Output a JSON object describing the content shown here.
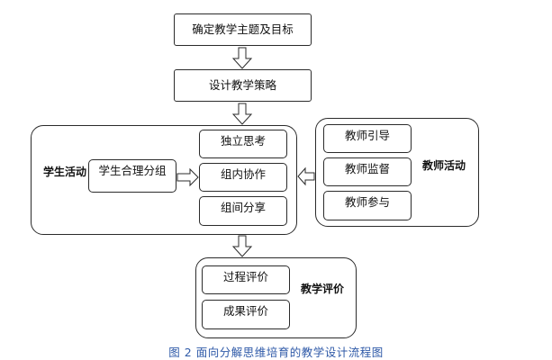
{
  "nodes": {
    "topic_goals": "确定教学主题及目标",
    "strategy": "设计教学策略",
    "student_activity": "学生活动",
    "grouping": "学生合理分组",
    "independent_thinking": "独立思考",
    "group_collaboration": "组内协作",
    "group_sharing": "组间分享",
    "teacher_activity": "教师活动",
    "teacher_guide": "教师引导",
    "teacher_supervise": "教师监督",
    "teacher_participate": "教师参与",
    "teaching_evaluation": "教学评价",
    "process_evaluation": "过程评价",
    "outcome_evaluation": "成果评价"
  },
  "caption": "图 2  面向分解思维培育的教学设计流程图",
  "colors": {
    "line": "#2b2b2b",
    "arrow_fill": "#ffffff",
    "caption": "#2f5aa8"
  }
}
